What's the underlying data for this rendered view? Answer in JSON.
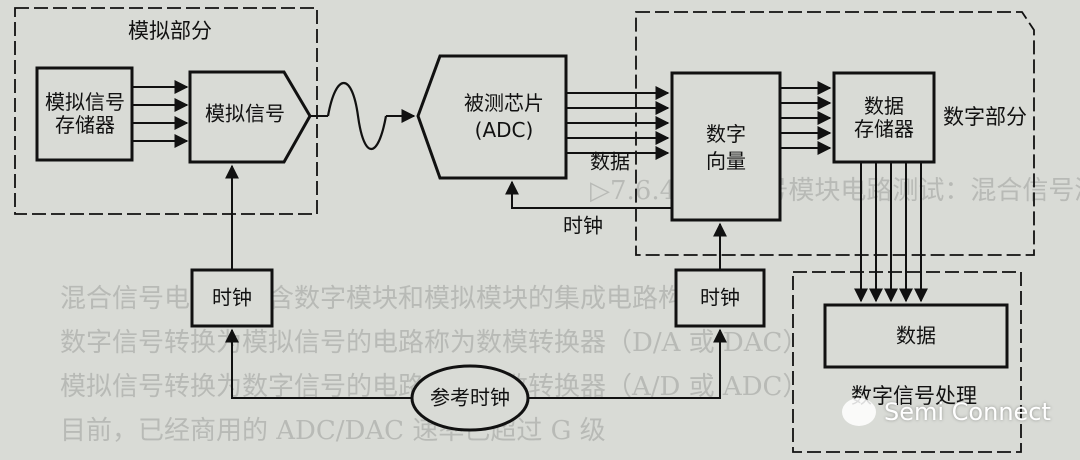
{
  "analog_section": {
    "title": "模拟部分",
    "storage_label": [
      "模拟信号",
      "存储器"
    ],
    "signal_label": "模拟信号",
    "clock_label": "时钟"
  },
  "chip": {
    "label_line1": "被测芯片",
    "label_line2": "(ADC)",
    "data_label": "数据",
    "clock_return_label": "时钟"
  },
  "digital_section": {
    "title": "数字部分",
    "vector_label": [
      "数字",
      "向量"
    ],
    "storage_label": [
      "数据",
      "存储器"
    ],
    "clock_label": "时钟"
  },
  "dsp_section": {
    "title": "数字信号处理",
    "data_label": "数据"
  },
  "reference_clock": {
    "label": "参考时钟"
  },
  "watermark": {
    "text": "Semi Connect"
  }
}
